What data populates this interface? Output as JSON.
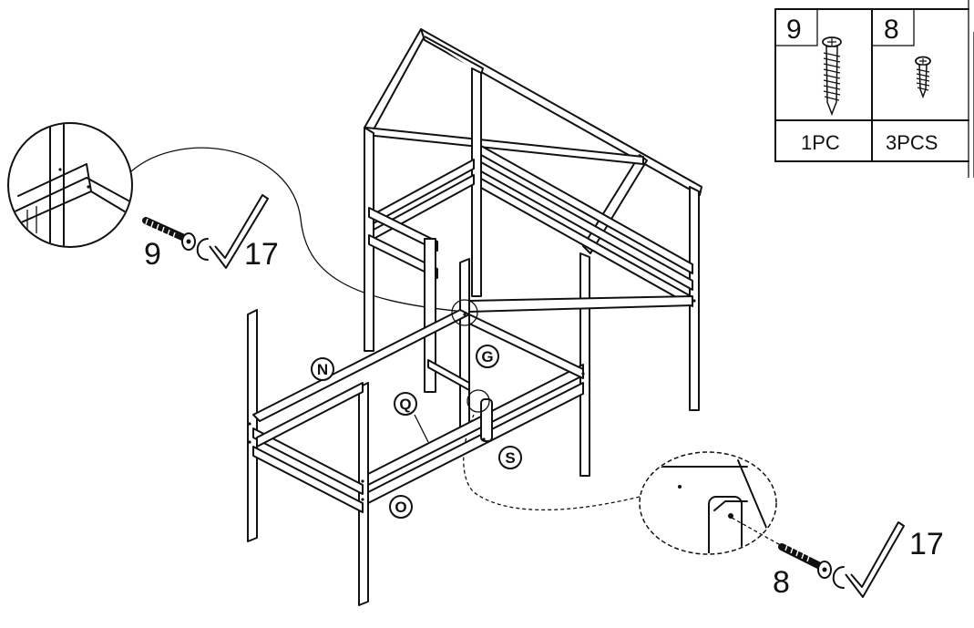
{
  "parts_table": {
    "columns": [
      {
        "part_no": "9",
        "quantity": "1PC",
        "icon": "long-screw-icon"
      },
      {
        "part_no": "8",
        "quantity": "3PCS",
        "icon": "short-screw-icon"
      }
    ]
  },
  "callouts": {
    "upper_left": {
      "screw_no": "9",
      "tool_no": "17",
      "icon": "allen-key-icon"
    },
    "lower_right": {
      "screw_no": "8",
      "tool_no": "17",
      "icon": "allen-key-icon"
    }
  },
  "part_labels": [
    "N",
    "G",
    "Q",
    "S",
    "O"
  ]
}
